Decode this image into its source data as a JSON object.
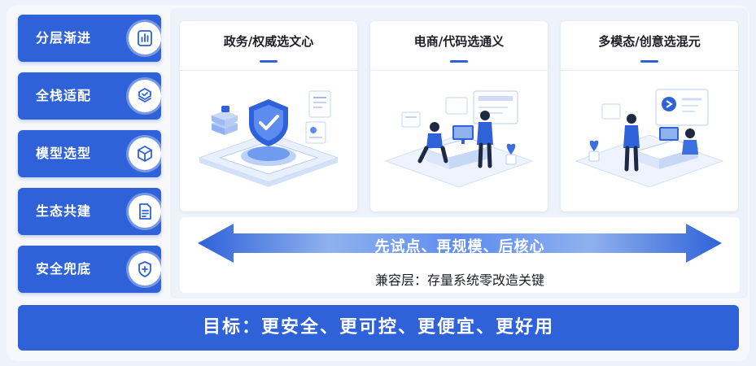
{
  "sidebar": {
    "items": [
      {
        "label": "分层渐进",
        "icon": "bar-chart-icon"
      },
      {
        "label": "全栈适配",
        "icon": "layers-check-icon"
      },
      {
        "label": "模型选型",
        "icon": "cube-icon"
      },
      {
        "label": "生态共建",
        "icon": "document-icon"
      },
      {
        "label": "安全兜底",
        "icon": "shield-plus-icon"
      }
    ]
  },
  "cards": [
    {
      "title": "政务/权威选文心",
      "illustration": "security-shield-illustration"
    },
    {
      "title": "电商/代码选通义",
      "illustration": "office-workers-illustration"
    },
    {
      "title": "多模态/创意选混元",
      "illustration": "creative-team-illustration"
    }
  ],
  "band": {
    "arrow_text": "先试点、再规模、后核心",
    "subtitle": "兼容层：存量系统零改造关键"
  },
  "goal": {
    "text": "目标：更安全、更可控、更便宜、更好用"
  },
  "colors": {
    "primary": "#2f62d8",
    "arrow_light": "#cfe0fb",
    "panel_bg": "#eef3fb"
  }
}
